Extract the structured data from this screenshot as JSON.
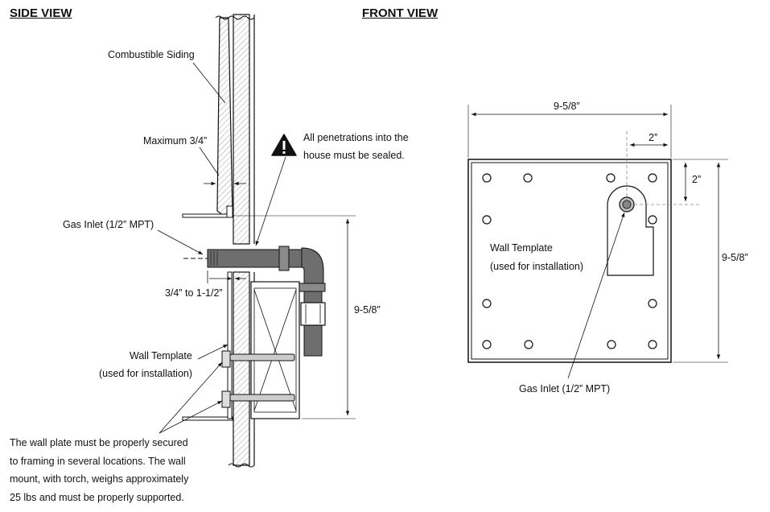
{
  "side_view": {
    "title": "SIDE VIEW",
    "combustible_siding": "Combustible Siding",
    "maximum_label": "Maximum 3/4”",
    "warning_line1": "All penetrations into the",
    "warning_line2": "house must be sealed.",
    "gas_inlet": "Gas Inlet (1/2” MPT)",
    "penetration_label": "3/4” to 1-1/2”",
    "height_dim": "9-5/8”",
    "wall_template_line1": "Wall Template",
    "wall_template_line2": "(used for installation)",
    "note_lines": [
      "The wall plate must be properly secured",
      "to framing in several locations.  The wall",
      "mount, with torch, weighs approximately",
      "25 lbs and must be properly supported."
    ]
  },
  "front_view": {
    "title": "FRONT VIEW",
    "width_dim": "9-5/8”",
    "height_dim": "9-5/8”",
    "offset_x_dim": "2”",
    "offset_y_dim": "2”",
    "wall_template_line1": "Wall Template",
    "wall_template_line2": "(used for installation)",
    "gas_inlet": "Gas Inlet (1/2” MPT)"
  },
  "icons": {
    "warning": "warning-triangle-icon"
  }
}
